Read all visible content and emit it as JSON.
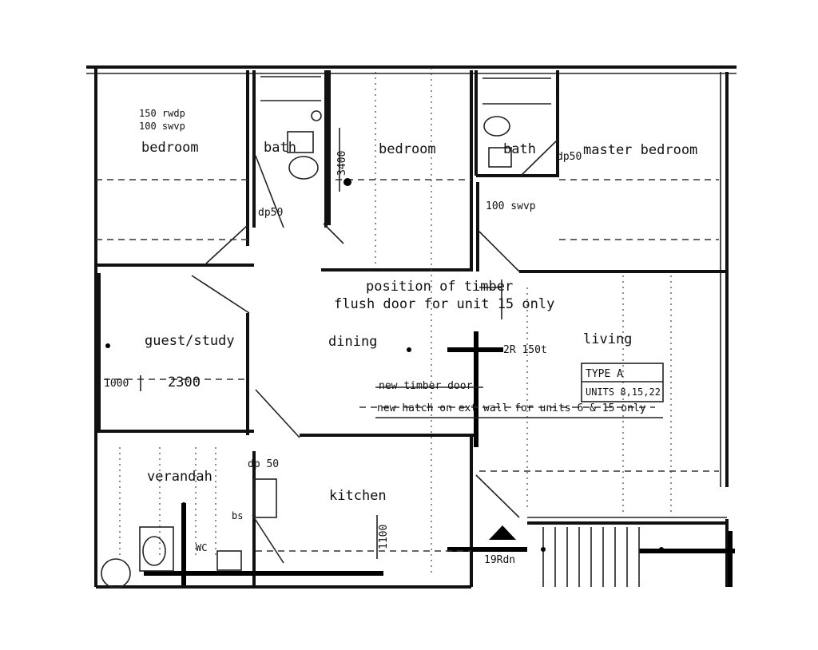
{
  "rooms": {
    "bedroom_1": "bedroom",
    "bath_1": "bath",
    "bedroom_2": "bedroom",
    "bath_2": "bath",
    "master_bedroom": "master bedroom",
    "guest_study": "guest/study",
    "dining": "dining",
    "living": "living",
    "verandah": "verandah",
    "kitchen": "kitchen"
  },
  "annotations": {
    "rwdp": "150 rwdp",
    "swvp_1": "100 swvp",
    "dp50_1": "dp50",
    "dp50_2": "dp50",
    "dp50_3": "dp 50",
    "swvp_2": "100 swvp",
    "dim_3400": "3400",
    "timber_line1": "position of timber",
    "timber_line2": "flush door for unit 15 only",
    "riser_2r": "2R 150t",
    "dim_1000": "1000",
    "dim_2300": "2300",
    "new_door": "new timber door",
    "new_hatch": "new hatch on ext wall for units 6 & 15 only",
    "dim_1100": "1100",
    "riser_19r": "19Rdn",
    "wc": "WC",
    "bs": "bs"
  },
  "type_box": {
    "line1": "TYPE  A",
    "line2": "UNITS 8,15,22"
  },
  "colors": {
    "ink": "#111111",
    "paper": "#ffffff"
  }
}
